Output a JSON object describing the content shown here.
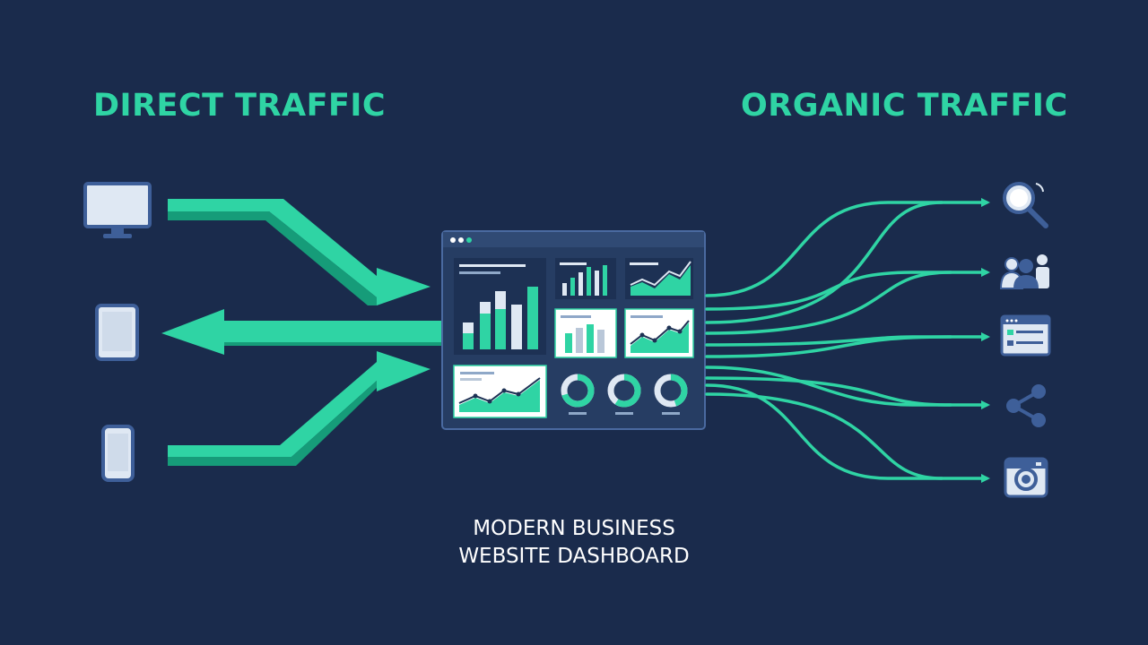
{
  "labels": {
    "direct_traffic": "DIRECT TRAFFIC",
    "organic_traffic": "ORGANIC TRAFFIC",
    "caption_line1": "MODERN BUSINESS",
    "caption_line2": "WEBSITE DASHBOARD"
  },
  "colors": {
    "background": "#1a2b4c",
    "accent": "#2fd4a4",
    "panel": "#263d63",
    "icon_fill": "#dfe8f3",
    "icon_stroke": "#3e5f99"
  },
  "direct_sources": [
    {
      "icon": "desktop-monitor-icon",
      "flow": "into-dashboard"
    },
    {
      "icon": "tablet-icon",
      "flow": "out-of-dashboard"
    },
    {
      "icon": "smartphone-icon",
      "flow": "into-dashboard"
    }
  ],
  "organic_sources": [
    {
      "icon": "search-magnifier-icon"
    },
    {
      "icon": "people-group-icon"
    },
    {
      "icon": "browser-window-icon"
    },
    {
      "icon": "share-icon"
    },
    {
      "icon": "camera-app-icon"
    }
  ],
  "dashboard": {
    "icon": "dashboard-window",
    "widgets": [
      "bar-chart",
      "bar-chart",
      "area-line-chart",
      "bar-chart",
      "area-line-chart",
      "area-line-chart",
      "donut-chart",
      "donut-chart",
      "donut-chart"
    ]
  }
}
